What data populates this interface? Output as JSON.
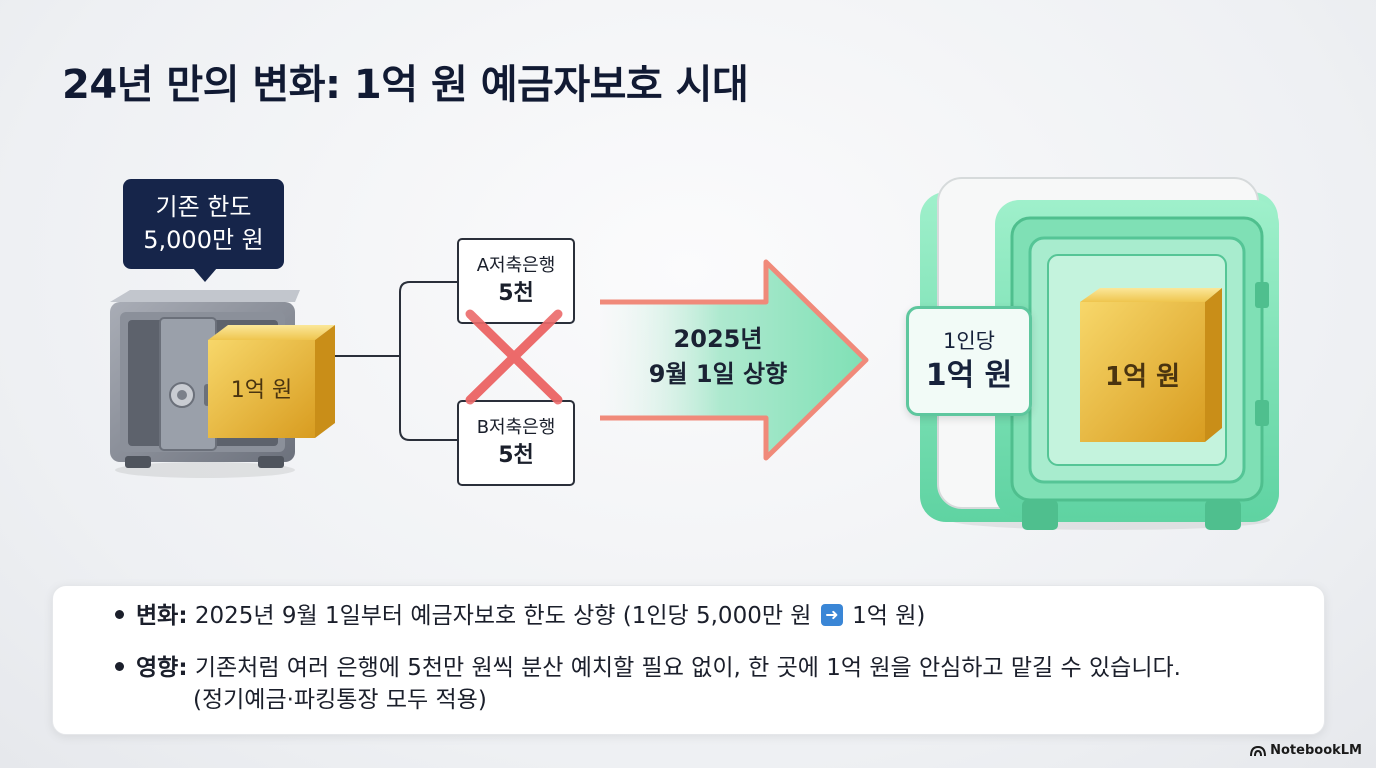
{
  "title": "24년 만의 변화: 1억 원 예금자보호 시대",
  "left": {
    "tooltip_line1": "기존 한도",
    "tooltip_line2": "5,000만 원",
    "gold_label": "1억 원"
  },
  "banks": [
    {
      "name": "A저축은행",
      "amount": "5천"
    },
    {
      "name": "B저축은행",
      "amount": "5천"
    }
  ],
  "arrow": {
    "line1": "2025년",
    "line2": "9월 1일 상향"
  },
  "right": {
    "per_person_label": "1인당",
    "per_person_value": "1억 원",
    "gold_label": "1억 원"
  },
  "bullets": [
    {
      "label": "변화:",
      "text_before": "2025년 9월 1일부터 예금자보호 한도 상향 (1인당 5,000만 원",
      "arrow_icon": "right-arrow-emoji-icon",
      "text_after": "1억 원)"
    },
    {
      "label": "영향:",
      "text": "기존처럼 여러 은행에 5천만 원씩 분산 예치할 필요 없이, 한 곳에 1억 원을 안심하고 맡길 수 있습니다.",
      "sub": "(정기예금·파킹통장 모두 적용)"
    }
  ],
  "brand": "NotebookLM",
  "colors": {
    "navy": "#16254a",
    "mint": "#7fe0b5",
    "coral": "#f08a7a",
    "gold": "#e8b93a",
    "red_x": "#ec6a6a"
  }
}
